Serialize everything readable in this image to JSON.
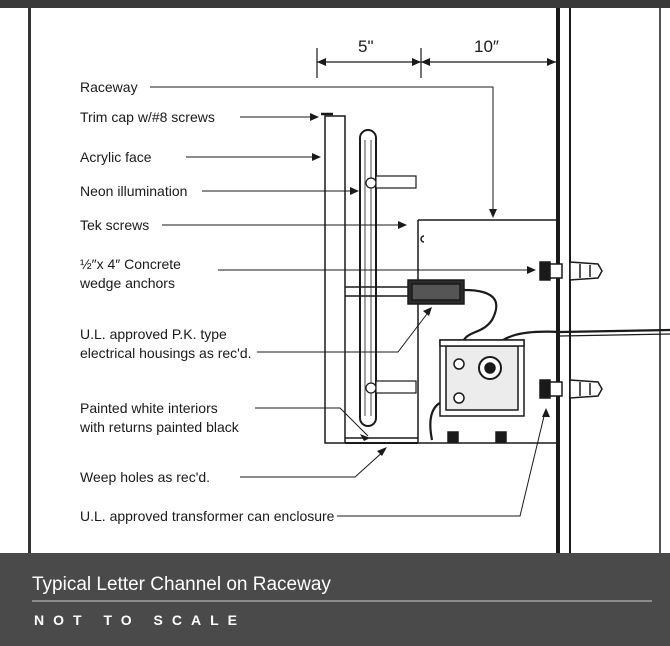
{
  "dimensions": {
    "left": "5\"",
    "right": "10″"
  },
  "labels": [
    {
      "id": "raceway",
      "lines": [
        "Raceway"
      ]
    },
    {
      "id": "trim-cap",
      "lines": [
        "Trim cap w/#8 screws"
      ]
    },
    {
      "id": "acrylic-face",
      "lines": [
        "Acrylic face"
      ]
    },
    {
      "id": "neon",
      "lines": [
        "Neon illumination"
      ]
    },
    {
      "id": "tek-screws",
      "lines": [
        "Tek screws"
      ]
    },
    {
      "id": "anchors",
      "lines": [
        "½″x 4″ Concrete",
        "wedge anchors"
      ]
    },
    {
      "id": "housings",
      "lines": [
        "U.L. approved P.K. type",
        "electrical housings as rec'd."
      ]
    },
    {
      "id": "interiors",
      "lines": [
        "Painted white interiors",
        "with returns painted black"
      ]
    },
    {
      "id": "weep-holes",
      "lines": [
        "Weep holes as rec'd."
      ]
    },
    {
      "id": "transformer",
      "lines": [
        "U.L. approved transformer can enclosure"
      ]
    }
  ],
  "title": "Typical Letter Channel on Raceway",
  "subtitle": "NOT TO SCALE",
  "colors": {
    "banner": "#4a4a4a",
    "ink": "#1a1a1a",
    "paper": "#ffffff",
    "frame": "#333333"
  }
}
